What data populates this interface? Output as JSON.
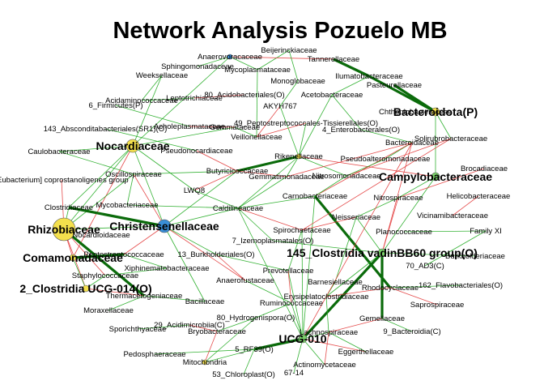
{
  "title": "Network Analysis Pozuelo MB",
  "colors": {
    "positive_edge": "#1faa1f",
    "strong_edge": "#0b6b0b",
    "negative_edge": "#e23a3a",
    "node_default": "#b9c24a",
    "node_yellow": "#f4e04d",
    "node_blue": "#3a8fd8",
    "node_green": "#7bd36a"
  },
  "nodes": [
    {
      "label": "Beijerinckiaceae",
      "size": "small"
    },
    {
      "label": "Anaerovoracaceae",
      "size": "small"
    },
    {
      "label": "Tannerellaceae",
      "size": "small"
    },
    {
      "label": "Sphingomonadaceae",
      "size": "small"
    },
    {
      "label": "Mycoplasmataceae",
      "size": "small"
    },
    {
      "label": "Weeksellaceae",
      "size": "small"
    },
    {
      "label": "Ilumatobacteraceae",
      "size": "small"
    },
    {
      "label": "Monoglobaceae",
      "size": "small"
    },
    {
      "label": "Pasteurellaceae",
      "size": "small"
    },
    {
      "label": "Acidaminococcaceae",
      "size": "small"
    },
    {
      "label": "Leptotrichiaceae",
      "size": "small"
    },
    {
      "label": "80_Acidobacteriales(O)",
      "size": "small"
    },
    {
      "label": "Acetobacteraceae",
      "size": "small"
    },
    {
      "label": "6_Firmicutes(P)",
      "size": "small"
    },
    {
      "label": "AKYH767",
      "size": "small"
    },
    {
      "label": "Chthoniobacteraceae",
      "size": "small"
    },
    {
      "label": "Bacteroidota(P)",
      "size": "large"
    },
    {
      "label": "143_Absconditabacteriales(SR1)(O)",
      "size": "small"
    },
    {
      "label": "Acholeplasmataceae",
      "size": "small"
    },
    {
      "label": "Gemmataceae",
      "size": "small"
    },
    {
      "label": "49_Peptostreptococcales-Tissierellales(O)",
      "size": "small"
    },
    {
      "label": "Veillonellaceae",
      "size": "small"
    },
    {
      "label": "4_Enterobacterales(O)",
      "size": "small"
    },
    {
      "label": "Bacteroidaceae",
      "size": "small"
    },
    {
      "label": "Nocardiaceae",
      "size": "large"
    },
    {
      "label": "Pseudonocardiaceae",
      "size": "small"
    },
    {
      "label": "Caulobacteraceae",
      "size": "small"
    },
    {
      "label": "Rikenellaceae",
      "size": "small"
    },
    {
      "label": "Solirubrobacteraceae",
      "size": "small"
    },
    {
      "label": "Pseudoalteromonadaceae",
      "size": "small"
    },
    {
      "label": "Brocadiaceae",
      "size": "small"
    },
    {
      "label": "Butyricicoccaceae",
      "size": "small"
    },
    {
      "label": "Campylobacteraceae",
      "size": "large"
    },
    {
      "label": "[Eubacterium] coprostanoligenes group",
      "size": "small"
    },
    {
      "label": "Oscillospiraceae",
      "size": "small"
    },
    {
      "label": "Gemmatimonadaceae",
      "size": "small"
    },
    {
      "label": "Nitrosomonadaceae",
      "size": "small"
    },
    {
      "label": "LWQ8",
      "size": "small"
    },
    {
      "label": "Carnobacteriaceae",
      "size": "small"
    },
    {
      "label": "Nitrospiraceae",
      "size": "small"
    },
    {
      "label": "Helicobacteraceae",
      "size": "small"
    },
    {
      "label": "Clostridiaceae",
      "size": "small"
    },
    {
      "label": "Mycobacteriaceae",
      "size": "small"
    },
    {
      "label": "Caldilineaceae",
      "size": "small"
    },
    {
      "label": "Neisseriaceae",
      "size": "small"
    },
    {
      "label": "Vicinamibacteraceae",
      "size": "small"
    },
    {
      "label": "Rhizobiaceae",
      "size": "large"
    },
    {
      "label": "Christensenellaceae",
      "size": "large"
    },
    {
      "label": "Family XI",
      "size": "small"
    },
    {
      "label": "Spirochaetaceae",
      "size": "small"
    },
    {
      "label": "Nocardioidaceae",
      "size": "small"
    },
    {
      "label": "7_Izemoplasmatales(O)",
      "size": "small"
    },
    {
      "label": "145_Clostridia vadinBB60 group(O)",
      "size": "large"
    },
    {
      "label": "Comamonadaceae",
      "size": "large"
    },
    {
      "label": "Peptostreptococcaceae",
      "size": "small"
    },
    {
      "label": "13_Burkholderiales(O)",
      "size": "small"
    },
    {
      "label": "Prevotellaceae",
      "size": "small"
    },
    {
      "label": "70_AD3(C)",
      "size": "small"
    },
    {
      "label": "Xiphinematobacteraceae",
      "size": "small"
    },
    {
      "label": "Staphylococcaceae",
      "size": "small"
    },
    {
      "label": "Anaerofustaceae",
      "size": "small"
    },
    {
      "label": "2_Clostridia UCG-014(O)",
      "size": "large"
    },
    {
      "label": "Thermacetogeniaceae",
      "size": "small"
    },
    {
      "label": "Erysipelatoclostridiaceae",
      "size": "small"
    },
    {
      "label": "Rhodocyclaceae",
      "size": "small"
    },
    {
      "label": "162_Flavobacteriales(O)",
      "size": "small"
    },
    {
      "label": "Bacillaceae",
      "size": "small"
    },
    {
      "label": "Ruminococcaceae",
      "size": "small"
    },
    {
      "label": "Moraxellaceae",
      "size": "small"
    },
    {
      "label": "Saprospiraceae",
      "size": "small"
    },
    {
      "label": "80_Hydrogenispora(O)",
      "size": "small"
    },
    {
      "label": "29_Acidimicrobiia(C)",
      "size": "small"
    },
    {
      "label": "Sporichthyaceae",
      "size": "small"
    },
    {
      "label": "Bryobacteraceae",
      "size": "small"
    },
    {
      "label": "Gemellaceae",
      "size": "small"
    },
    {
      "label": "Lachnospiraceae",
      "size": "small"
    },
    {
      "label": "9_Bacteroidia(C)",
      "size": "small"
    },
    {
      "label": "UCG-010",
      "size": "large"
    },
    {
      "label": "Pedosphaeraceae",
      "size": "small"
    },
    {
      "label": "5_RF39(O)",
      "size": "small"
    },
    {
      "label": "Eggerthellaceae",
      "size": "small"
    },
    {
      "label": "Mitochondria",
      "size": "small"
    },
    {
      "label": "Actinomycetaceae",
      "size": "small"
    },
    {
      "label": "53_Chloroplast(O)",
      "size": "small"
    },
    {
      "label": "67-14",
      "size": "small"
    },
    {
      "label": "Planococcaceae",
      "size": "small"
    },
    {
      "label": "Barnesiellaceae",
      "size": "small"
    },
    {
      "label": "Burkholderiaceae",
      "size": "small"
    }
  ]
}
